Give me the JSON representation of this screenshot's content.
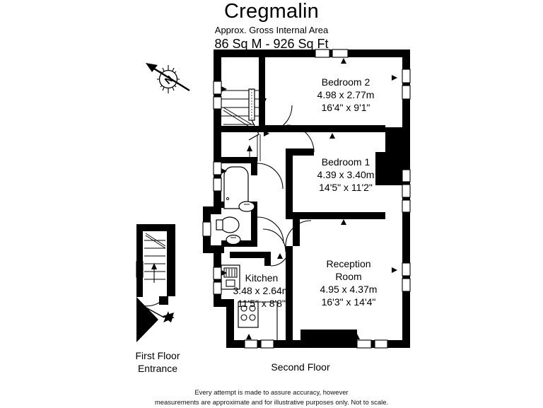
{
  "header": {
    "title": "Cregmalin",
    "subtitle": "Approx. Gross Internal Area",
    "area": "86 Sq M  -  926 Sq Ft"
  },
  "compass": {
    "label": "N"
  },
  "rooms": [
    {
      "name": "Bedroom 2",
      "metric": "4.98 x 2.77m",
      "imperial": "16'4\" x 9'1\""
    },
    {
      "name": "Bedroom 1",
      "metric": "4.39 x 3.40m",
      "imperial": "14'5\" x 11'2\""
    },
    {
      "name": "Reception\nRoom",
      "metric": "4.95 x 4.37m",
      "imperial": "16'3\" x 14'4\""
    },
    {
      "name": "Kitchen",
      "metric": "3.48 x 2.64m",
      "imperial": "11'5\" x 8'8\""
    }
  ],
  "floors": {
    "first": "First Floor\nEntrance",
    "second": "Second Floor"
  },
  "disclaimer": "Every attempt is made to assure accuracy, however\nmeasurements are approximate and for illustrative purposes only. Not to scale.",
  "colors": {
    "wall": "#000000",
    "background": "#ffffff"
  }
}
